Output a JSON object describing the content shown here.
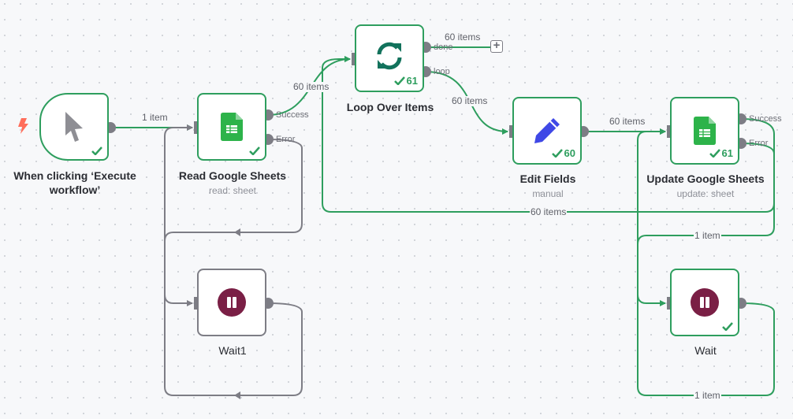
{
  "canvas": {
    "background": "#f7f8fa",
    "success_color": "#2e9e5e",
    "idle_color": "#7d7d85"
  },
  "nodes": {
    "trigger": {
      "title": "When clicking ‘Execute workflow’",
      "title_line1": "When clicking ‘Execute",
      "title_line2": "workflow’",
      "icon": "cursor-icon",
      "status": "success"
    },
    "read_sheets": {
      "title": "Read Google Sheets",
      "subtitle": "read: sheet",
      "icon": "google-sheets-icon",
      "status": "success",
      "outputs": [
        "Success",
        "Error"
      ]
    },
    "loop": {
      "title": "Loop Over Items",
      "icon": "loop-icon",
      "status": "success",
      "run_count": "61",
      "outputs": [
        "done",
        "loop"
      ]
    },
    "edit_fields": {
      "title": "Edit Fields",
      "subtitle": "manual",
      "icon": "pencil-icon",
      "status": "success",
      "run_count": "60"
    },
    "update_sheets": {
      "title": "Update Google Sheets",
      "subtitle": "update: sheet",
      "icon": "google-sheets-icon",
      "status": "success",
      "run_count": "61",
      "outputs": [
        "Success",
        "Error"
      ]
    },
    "wait1": {
      "title": "Wait1",
      "icon": "pause-icon",
      "status": "idle"
    },
    "wait": {
      "title": "Wait",
      "icon": "pause-icon",
      "status": "success"
    }
  },
  "edges": {
    "trigger_to_read": "1 item",
    "read_to_loop": "60 items",
    "loop_done": "60 items",
    "loop_to_edit": "60 items",
    "edit_to_update": "60 items",
    "update_to_loop": "60 items",
    "update_error_to_wait": "1 item",
    "wait_to_update": "1 item"
  },
  "add_button": "+"
}
